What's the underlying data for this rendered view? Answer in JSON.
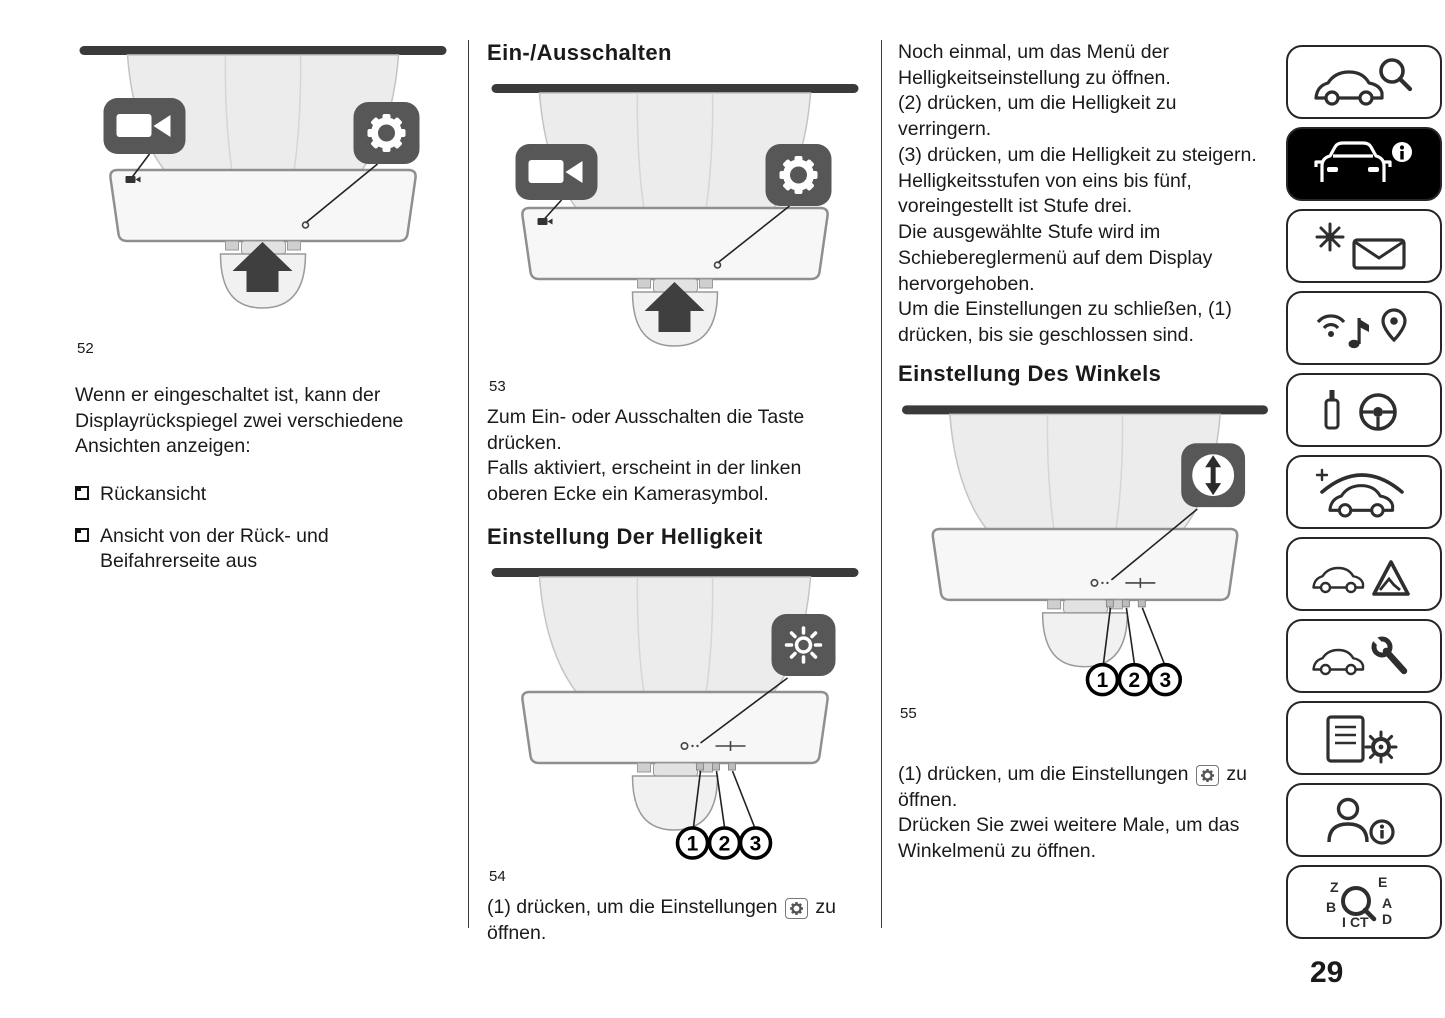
{
  "page_number": "29",
  "colors": {
    "ink": "#1a1a1a",
    "badge_gray": "#575757",
    "active_nav": "#000000"
  },
  "left_column": {
    "figure": {
      "caption": "52"
    },
    "intro": "Wenn er eingeschaltet ist, kann der Displayrückspiegel zwei verschiedene Ansichten anzeigen:",
    "bullets": [
      "Rückansicht",
      "Ansicht von der Rück- und Beifahrerseite aus"
    ]
  },
  "middle_column": {
    "heading_onoff": "Ein-/Ausschalten",
    "figure_onoff": {
      "caption": "53"
    },
    "onoff_paragraphs": [
      "Zum Ein- oder Ausschalten die Taste drücken.",
      "Falls aktiviert, erscheint in der linken oberen Ecke ein Kamerasymbol."
    ],
    "heading_brightness": "Einstellung Der Helligkeit",
    "figure_brightness": {
      "caption": "54",
      "callout_labels": [
        "1",
        "2",
        "3"
      ]
    },
    "settings_sentence": {
      "prefix": "(1) drücken, um die Einstellungen",
      "suffix": "zu öffnen."
    }
  },
  "right_column": {
    "paragraphs": [
      "Noch einmal, um das Menü der Helligkeitseinstellung zu öffnen.",
      "(2) drücken, um die Helligkeit zu verringern.",
      "(3) drücken, um die Helligkeit zu steigern.",
      "Helligkeitsstufen von eins bis fünf, voreingestellt ist Stufe drei.",
      "Die ausgewählte Stufe wird im Schiebereglermenü auf dem Display hervorgehoben.",
      "Um die Einstellungen zu schließen, (1) drücken, bis sie geschlossen sind."
    ],
    "heading_angle": "Einstellung Des Winkels",
    "figure_angle": {
      "caption": "55",
      "callout_labels": [
        "1",
        "2",
        "3"
      ]
    },
    "settings_sentence": {
      "prefix": "(1) drücken, um die Einstellungen",
      "suffix": "zu öffnen."
    },
    "angle_paragraph": "Drücken Sie zwei weitere Male, um das Winkelmenü zu öffnen."
  },
  "sidebar": {
    "items": [
      {
        "id": "vehicle-overview",
        "icon": "car-search-icon",
        "active": false
      },
      {
        "id": "instrument-panel",
        "icon": "car-info-icon",
        "active": true
      },
      {
        "id": "warning-lights",
        "icon": "light-message-icon",
        "active": false
      },
      {
        "id": "multimedia",
        "icon": "wifi-music-pin-icon",
        "active": false
      },
      {
        "id": "starting-driving",
        "icon": "bottle-steering-icon",
        "active": false
      },
      {
        "id": "car-care",
        "icon": "car-cover-icon",
        "active": false
      },
      {
        "id": "emergency",
        "icon": "car-triangle-icon",
        "active": false
      },
      {
        "id": "maintenance",
        "icon": "car-wrench-icon",
        "active": false
      },
      {
        "id": "technical-data",
        "icon": "document-gear-icon",
        "active": false
      },
      {
        "id": "customer-service",
        "icon": "person-info-icon",
        "active": false
      },
      {
        "id": "index",
        "icon": "alphabet-search-icon",
        "active": false
      }
    ],
    "index_letters": [
      "Z",
      "E",
      "B",
      "A",
      "I",
      "C",
      "T",
      "D"
    ]
  }
}
